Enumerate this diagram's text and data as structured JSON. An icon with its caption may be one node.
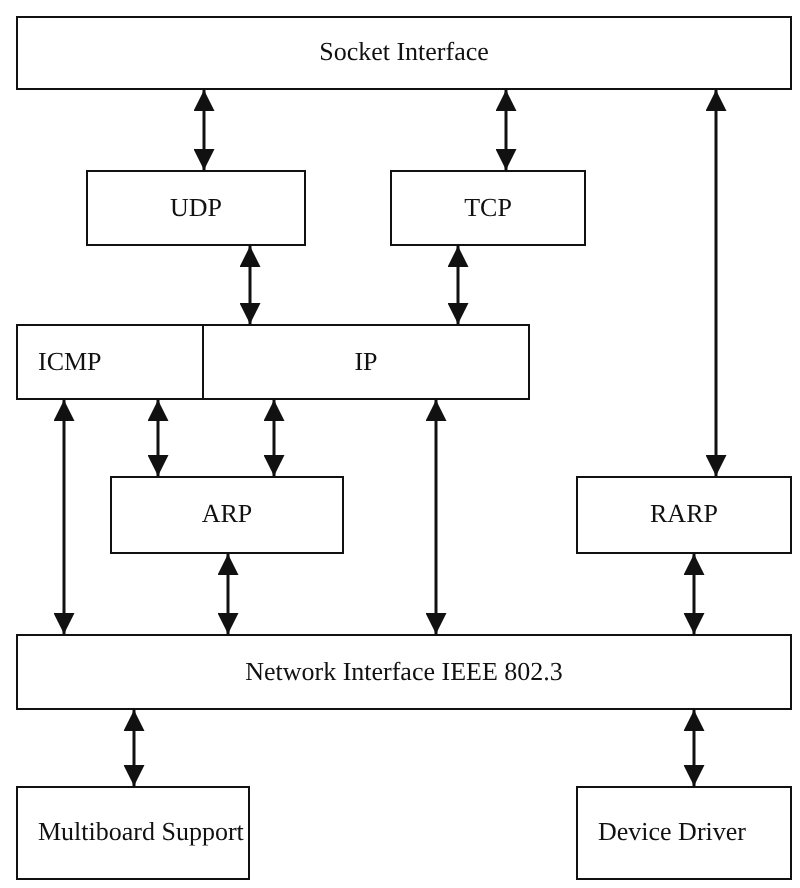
{
  "diagram": {
    "nodes": [
      {
        "text": [
          "Socket Interface"
        ]
      },
      {
        "text": [
          "UDP"
        ]
      },
      {
        "text": [
          "TCP"
        ]
      },
      {
        "text": [
          "ICMP"
        ]
      },
      {
        "text": [
          "IP"
        ]
      },
      {
        "text": [
          "ARP"
        ]
      },
      {
        "text": [
          "RARP"
        ]
      },
      {
        "text": [
          "Network Interface IEEE 802.3"
        ]
      },
      {
        "text": [
          "Multiboard Support"
        ]
      },
      {
        "text": [
          "Device Driver"
        ]
      }
    ],
    "edges": [
      {
        "from": 0,
        "to": 1,
        "arrow": "both"
      },
      {
        "from": 0,
        "to": 2,
        "arrow": "both"
      },
      {
        "from": 0,
        "to": 6,
        "arrow": "both"
      },
      {
        "from": 1,
        "to": 4,
        "arrow": "both"
      },
      {
        "from": 2,
        "to": 4,
        "arrow": "both"
      },
      {
        "from": 3,
        "to": 7,
        "arrow": "both"
      },
      {
        "from": 3,
        "to": 5,
        "arrow": "both"
      },
      {
        "from": 4,
        "to": 5,
        "arrow": "both"
      },
      {
        "from": 4,
        "to": 7,
        "arrow": "both"
      },
      {
        "from": 5,
        "to": 7,
        "arrow": "both"
      },
      {
        "from": 6,
        "to": 7,
        "arrow": "both"
      },
      {
        "from": 7,
        "to": 8,
        "arrow": "both"
      },
      {
        "from": 7,
        "to": 9,
        "arrow": "both"
      }
    ]
  }
}
